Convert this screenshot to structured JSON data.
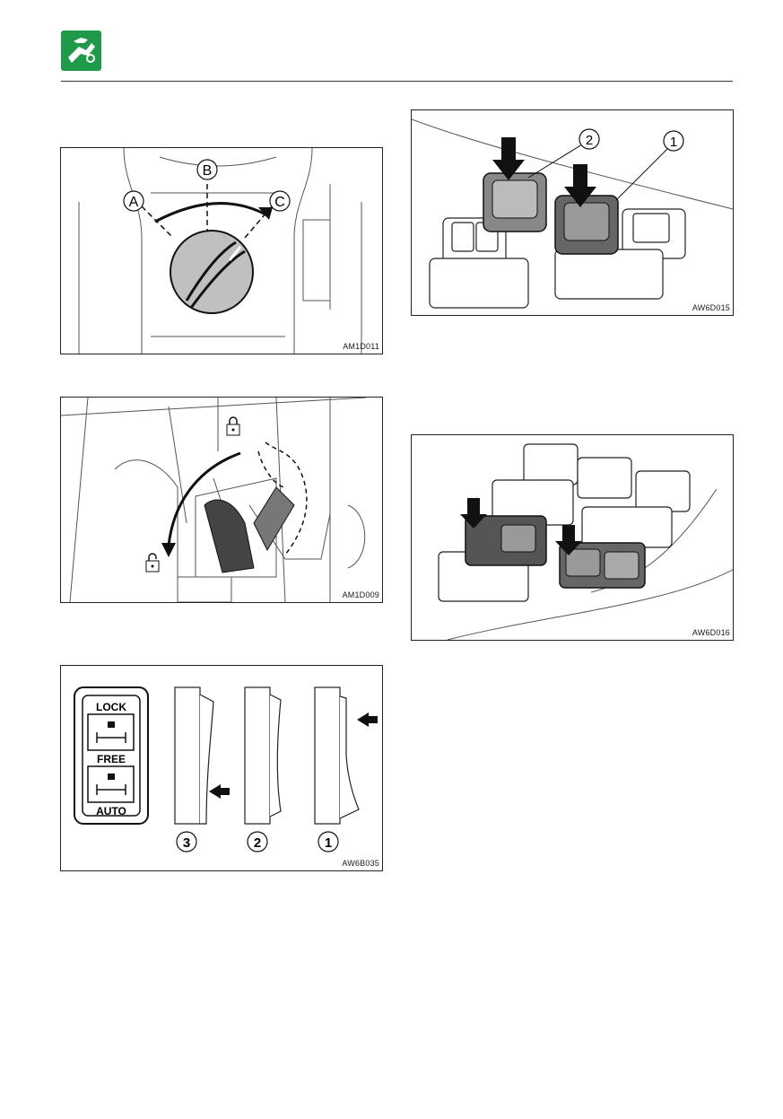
{
  "header": {
    "icon": "hand-wrench-icon",
    "accent": "#1f9a48"
  },
  "figures": {
    "dial": {
      "code": "AM1D011",
      "labels": [
        "A",
        "B",
        "C"
      ]
    },
    "lock_lever": {
      "code": "AM1D009"
    },
    "switch_positions": {
      "code": "AW6B035",
      "switch_top": "LOCK",
      "switch_mid": "FREE",
      "switch_bottom": "AUTO",
      "positions": [
        "3",
        "2",
        "1"
      ]
    },
    "buttons_top": {
      "code": "AW6D015",
      "callouts": [
        "2",
        "1"
      ]
    },
    "buttons_bottom": {
      "code": "AW6D016"
    }
  }
}
